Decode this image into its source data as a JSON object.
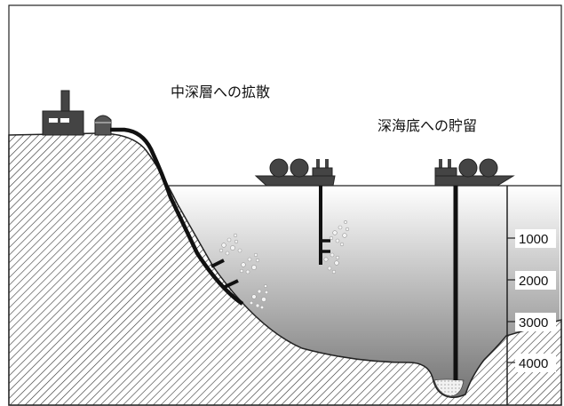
{
  "labels": {
    "mid_depth_dispersion": "中深層への拡散",
    "deep_sea_storage": "深海底への貯留"
  },
  "depth_scale": {
    "ticks": [
      "1000",
      "2000",
      "3000",
      "4000"
    ]
  },
  "colors": {
    "ink": "#1a1a1a",
    "sea_top": "#ffffff",
    "sea_bottom": "#6e6e6e",
    "hatch": "#333333",
    "co2_pool": "#cfcfcf"
  }
}
